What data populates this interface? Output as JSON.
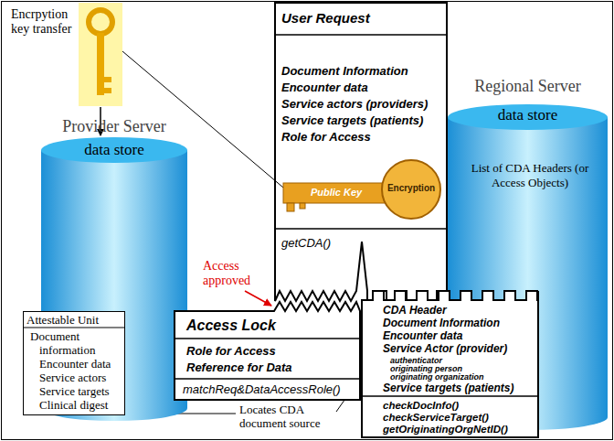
{
  "diagram": {
    "nodes": [
      {
        "text": [
          "Provider Server",
          "data store"
        ]
      },
      {
        "text": [
          "Regional Server",
          "data store",
          "List of CDA Headers (or Access Objects)"
        ]
      },
      {
        "text": [
          "User Request",
          "Document Information",
          "Encounter data",
          "Service actors (providers)",
          "Service targets (patients)",
          "Role for Access",
          "getCDA()"
        ]
      },
      {
        "text": [
          "Access Lock",
          "Role for Access",
          "Reference for Data",
          "matchReq&DataAccessRole()"
        ]
      },
      {
        "text": [
          "CDA Header",
          "Document Information",
          "Encounter data",
          "Service Actor (provider)",
          "authenticator",
          "originating person",
          "originating organization",
          "Service targets (patients)",
          "checkDocInfo()",
          "checkServiceTarget()",
          "getOriginatingOrgNetID()"
        ]
      },
      {
        "text": [
          "Attestable Unit",
          "Document information",
          "Encounter data",
          "Service actors",
          "Service targets",
          "Clinical digest"
        ]
      }
    ],
    "edges": [
      {
        "from": 3,
        "to": 5,
        "arrow": "to"
      }
    ],
    "labels": [
      "Encrpytion key transfer",
      "Public Key",
      "Encryption",
      "Access approved",
      "Locates CDA document source"
    ]
  }
}
